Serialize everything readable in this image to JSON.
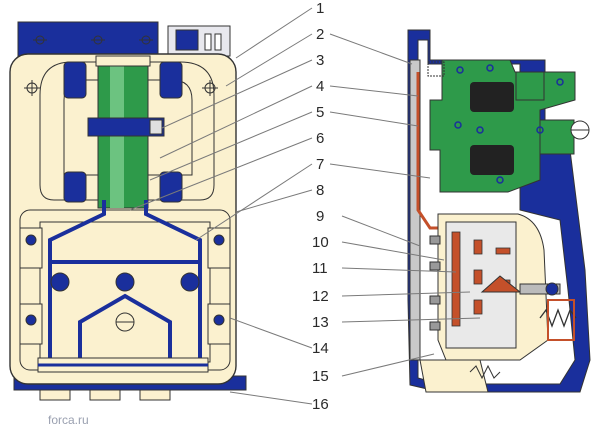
{
  "diagram": {
    "callouts": [
      "1",
      "2",
      "3",
      "4",
      "5",
      "6",
      "7",
      "8",
      "9",
      "10",
      "11",
      "12",
      "13",
      "14",
      "15",
      "16"
    ],
    "watermark": "forca.ru",
    "colors": {
      "housing": "#fbf1cf",
      "blue": "#1a2f9c",
      "green": "#2e9a4a",
      "copper": "#c4502a",
      "outline": "#333333",
      "leader": "#7a7a7a",
      "grey_part": "#c9c9c9"
    }
  }
}
